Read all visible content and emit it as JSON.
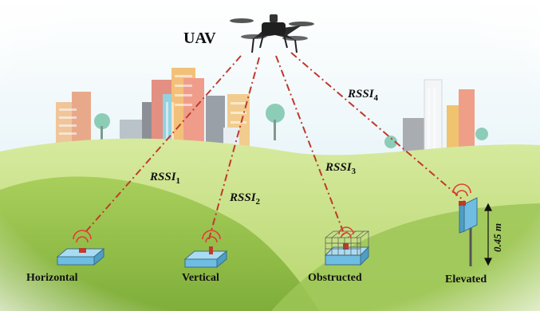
{
  "title": "UAV",
  "links": [
    {
      "label": "RSSI",
      "subscript": "1"
    },
    {
      "label": "RSSI",
      "subscript": "2"
    },
    {
      "label": "RSSI",
      "subscript": "3"
    },
    {
      "label": "RSSI",
      "subscript": "4"
    }
  ],
  "nodes": [
    {
      "label": "Horizontal",
      "type": "horizontal"
    },
    {
      "label": "Vertical",
      "type": "vertical"
    },
    {
      "label": "Obstructed",
      "type": "obstructed"
    },
    {
      "label": "Elevated",
      "type": "elevated"
    }
  ],
  "height_annotation": "0.45 m",
  "colors": {
    "link_line": "#c0392b",
    "sky": "#d8eef6",
    "grass_light": "#cfe59a",
    "grass_dark": "#8dbb45",
    "sensor_box": "#7ec8e8",
    "sensor_chip": "#c0392b",
    "signal_icon": "#e53935"
  }
}
